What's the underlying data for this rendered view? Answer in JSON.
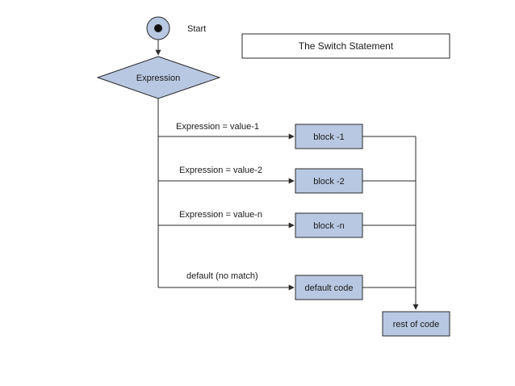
{
  "start": {
    "label": "Start"
  },
  "title": "The Switch Statement",
  "decision": {
    "label": "Expression"
  },
  "cases": [
    {
      "condition": "Expression = value-1",
      "block": "block -1"
    },
    {
      "condition": "Expression = value-2",
      "block": "block -2"
    },
    {
      "condition": "Expression = value-n",
      "block": "block -n"
    },
    {
      "condition": "default (no match)",
      "block": "default code"
    }
  ],
  "end": {
    "label": "rest of code"
  },
  "colors": {
    "node_fill": "#b8c8e2",
    "stroke": "#2a2a2a",
    "background": "#ffffff"
  }
}
